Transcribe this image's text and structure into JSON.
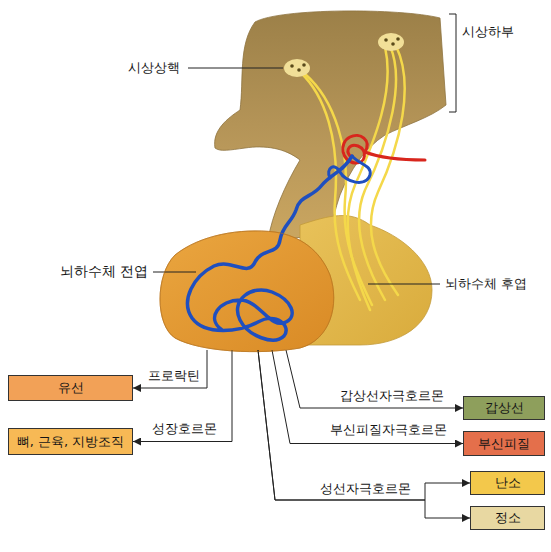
{
  "diagram": {
    "nodes": [
      {
        "text": [
          "뇌하수체 전엽"
        ]
      },
      {
        "text": [
          "유선"
        ]
      },
      {
        "text": [
          "뼈, 근육, 지방조직"
        ]
      },
      {
        "text": [
          "갑상선"
        ]
      },
      {
        "text": [
          "부신피질"
        ]
      },
      {
        "text": [
          "난소"
        ]
      },
      {
        "text": [
          "정소"
        ]
      }
    ],
    "edges": [
      {
        "from": 0,
        "to": 1,
        "arrow": "to",
        "label": "프로락틴"
      },
      {
        "from": 0,
        "to": 2,
        "arrow": "to",
        "label": "성장호르몬"
      },
      {
        "from": 0,
        "to": 3,
        "arrow": "to",
        "label": "갑상선자극호르몬"
      },
      {
        "from": 0,
        "to": 4,
        "arrow": "to",
        "label": "부신피질자극호르몬"
      },
      {
        "from": 0,
        "to": 5,
        "arrow": "to",
        "label": "성선자극호르몬"
      },
      {
        "from": 0,
        "to": 6,
        "arrow": "to"
      }
    ],
    "labels": [
      "시상상핵",
      "시상하부",
      "뇌하수체 후엽"
    ]
  }
}
